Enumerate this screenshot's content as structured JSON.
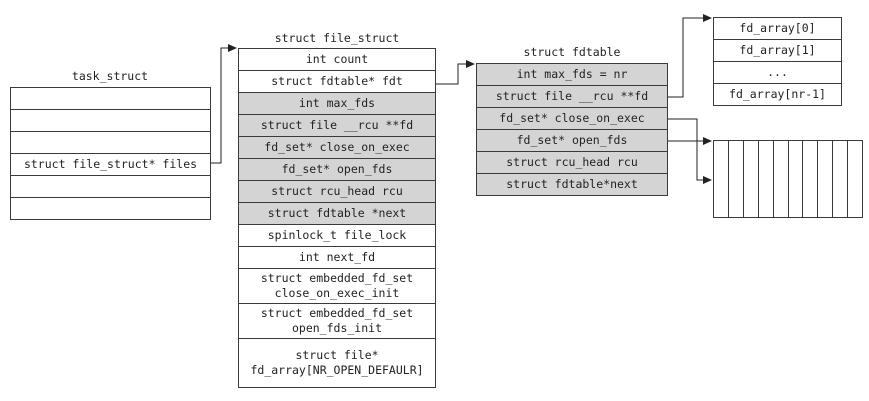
{
  "task_struct": {
    "title": "task_struct",
    "rows": [
      "",
      "",
      "",
      "struct file_struct* files",
      "",
      ""
    ]
  },
  "file_struct": {
    "title": "struct file_struct",
    "rows": [
      {
        "text": "int count",
        "shaded": false
      },
      {
        "text": "struct fdtable* fdt",
        "shaded": false
      },
      {
        "text": "int max_fds",
        "shaded": true
      },
      {
        "text": "struct file __rcu **fd",
        "shaded": true
      },
      {
        "text": "fd_set* close_on_exec",
        "shaded": true
      },
      {
        "text": "fd_set* open_fds",
        "shaded": true
      },
      {
        "text": "struct rcu_head rcu",
        "shaded": true
      },
      {
        "text": "struct fdtable *next",
        "shaded": true
      },
      {
        "text": "spinlock_t file_lock",
        "shaded": false
      },
      {
        "text": "int next_fd",
        "shaded": false
      },
      {
        "text": "struct embedded_fd_set\nclose_on_exec_init",
        "shaded": false
      },
      {
        "text": "struct embedded_fd_set\nopen_fds_init",
        "shaded": false
      },
      {
        "text": "struct file*\nfd_array[NR_OPEN_DEFAULR]",
        "shaded": false
      }
    ]
  },
  "fdtable": {
    "title": "struct fdtable",
    "rows": [
      "int max_fds = nr",
      "struct file __rcu **fd",
      "fd_set* close_on_exec",
      "fd_set* open_fds",
      "struct rcu_head rcu",
      "struct fdtable*next"
    ]
  },
  "fd_array": {
    "rows": [
      "fd_array[0]",
      "fd_array[1]",
      "...",
      "fd_array[nr-1]"
    ]
  },
  "bitmap": {
    "columns": 10
  },
  "colors": {
    "shaded": "#d4d4d4",
    "border": "#3a3a3a",
    "line": "#222222"
  }
}
